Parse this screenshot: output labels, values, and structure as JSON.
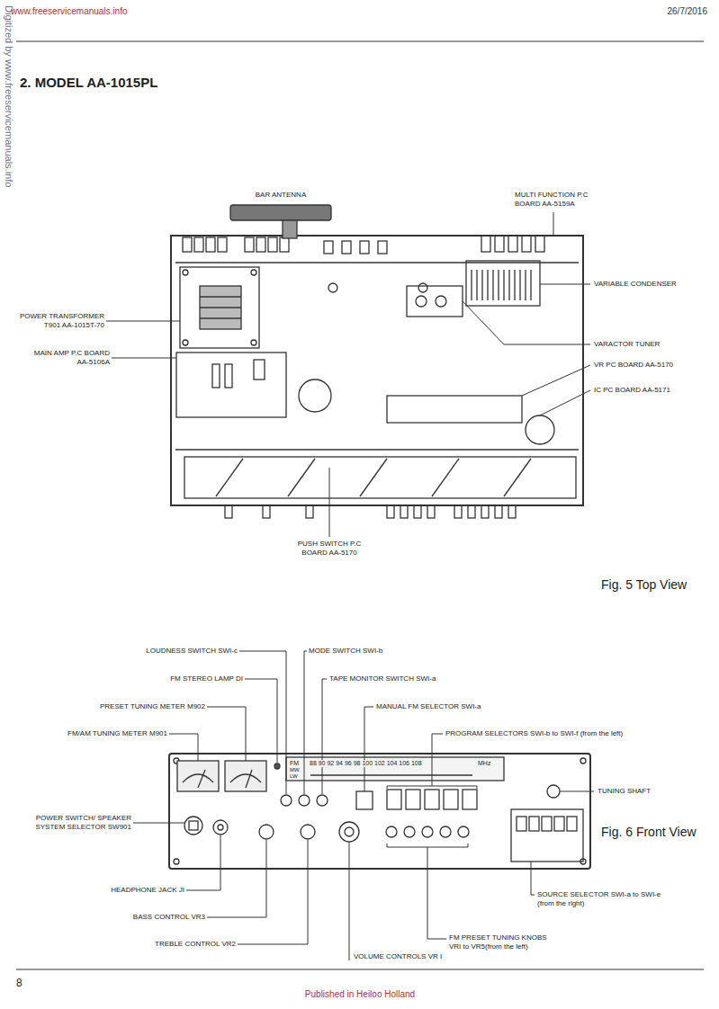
{
  "diagram": {
    "title": "2. MODEL AA-1015PL",
    "labels": [
      "www.freeservicemanuals.info",
      "26/7/2016",
      "Digitized by www.freeservicemanuals.info",
      "BAR ANTENNA",
      "MULTI FUNCTION P.C BOARD AA-5159A",
      "VARIABLE CONDENSER",
      "VARACTOR TUNER",
      "VR PC BOARD AA-5170",
      "IC PC BOARD AA-5171",
      "POWER TRANSFORMER T901 AA-1015T-70",
      "MAIN AMP P.C BOARD AA-5106A",
      "PUSH SWITCH P.C BOARD AA-5170",
      "Fig. 5 Top View",
      "LOUDNESS SWITCH SWI-c",
      "MODE SWITCH SWI-b",
      "FM STEREO LAMP DI",
      "TAPE MONITOR SWITCH SWI-a",
      "PRESET TUNING METER M902",
      "MANUAL FM SELECTOR SWI-a",
      "FM/AM TUNING METER M901",
      "PROGRAM SELECTORS SWI-b to SWI-f (from the left)",
      "TUNING SHAFT",
      "POWER SWITCH/ SPEAKER SYSTEM SELECTOR SW901",
      "Fig. 6 Front View",
      "HEADPHONE JACK JI",
      "SOURCE SELECTOR SWI-a to SWI-e (from the right)",
      "BASS CONTROL VR3",
      "FM PRESET TUNING KNOBS VRI to VR5(from the left)",
      "TREBLE CONTROL VR2",
      "VOLUME CONTROLS VR I",
      "8",
      "Published in Heiloo Holland",
      "FM",
      "MW",
      "LW",
      "88 90 92 94 96 98 100 102 104 106 108",
      "MHz"
    ]
  }
}
